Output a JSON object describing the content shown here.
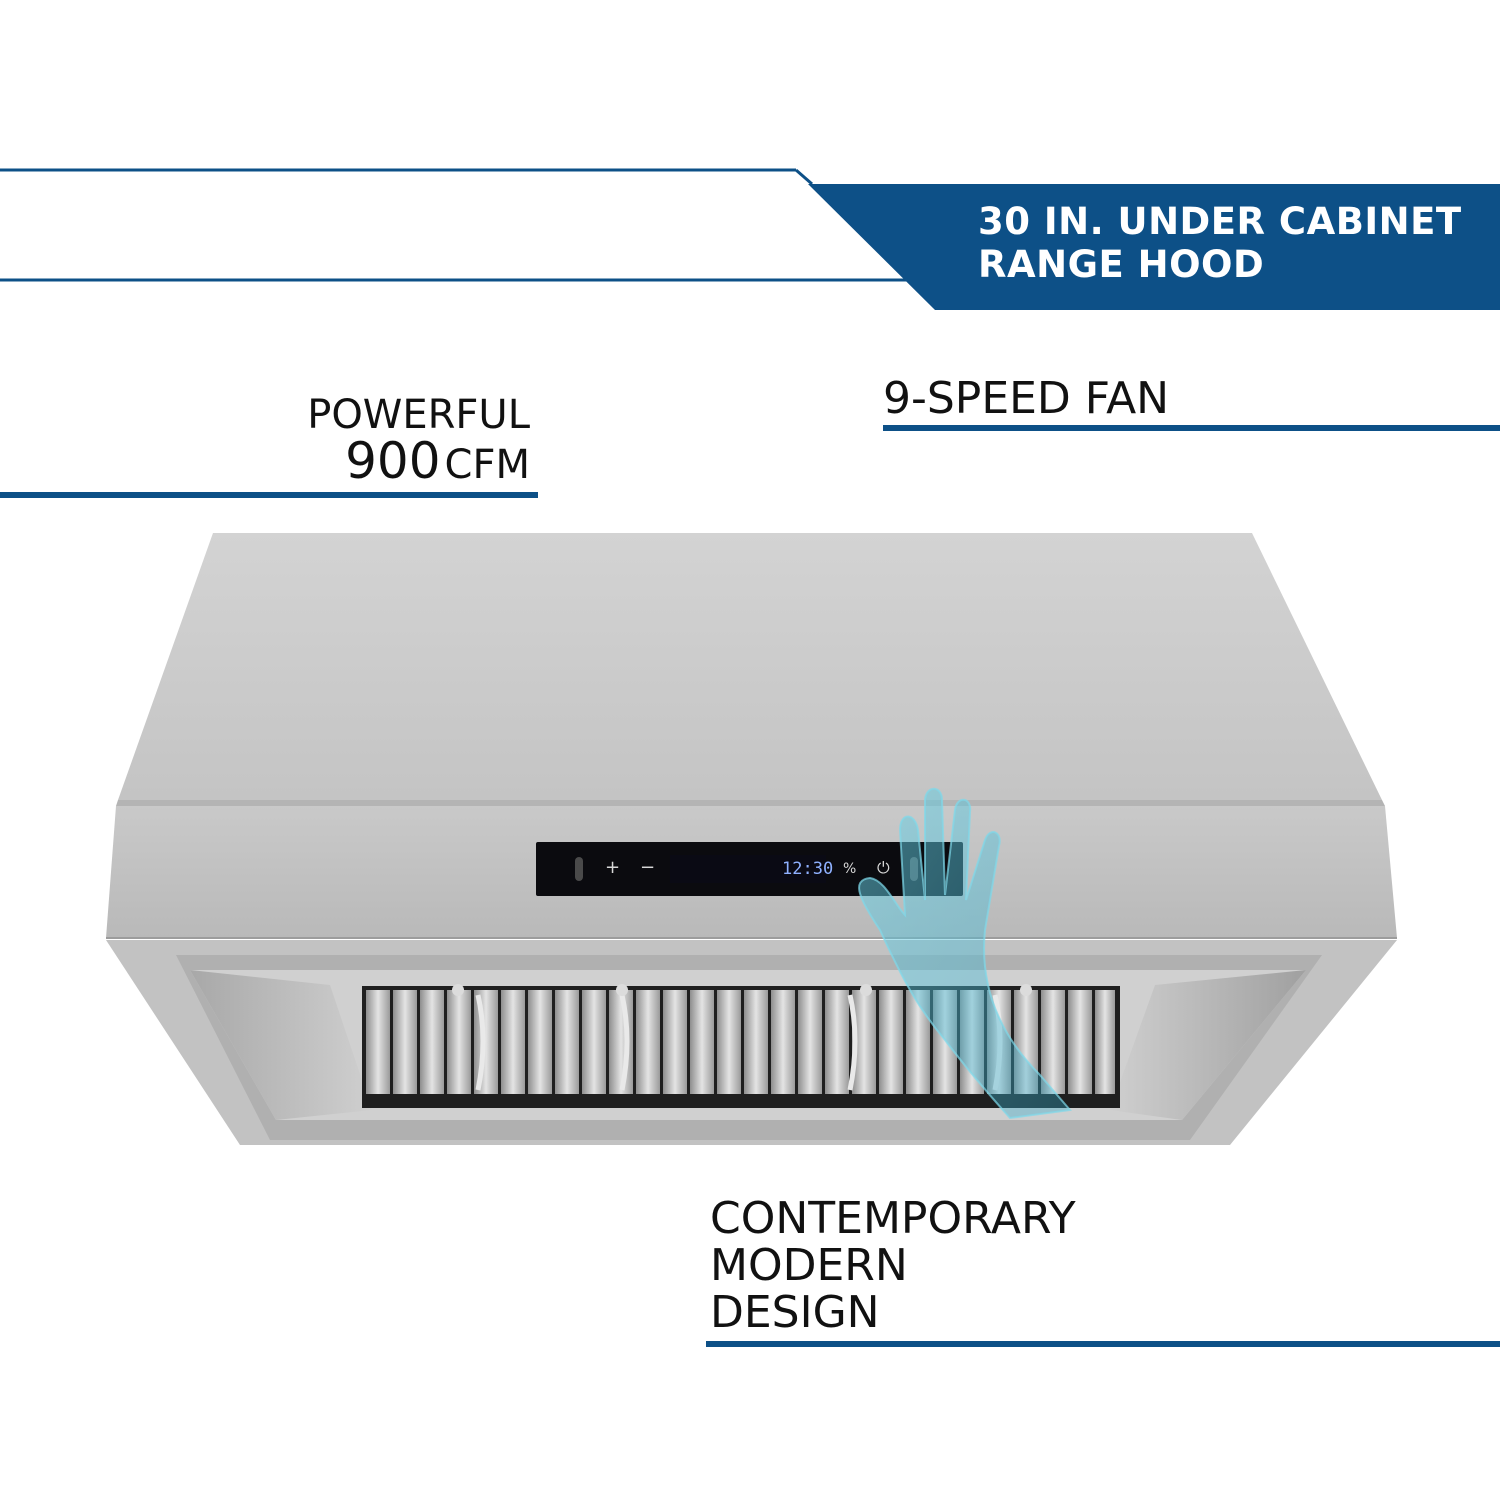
{
  "banner": {
    "line1": "30 IN. UNDER CABINET",
    "line2": "RANGE HOOD",
    "color": "#0d5087"
  },
  "features": {
    "cfm": {
      "lead": "POWERFUL",
      "number": "900",
      "unit": "CFM"
    },
    "fan": {
      "label": "9-SPEED FAN"
    },
    "design": {
      "line1": "CONTEMPORARY",
      "line2": "MODERN",
      "line3": "DESIGN"
    }
  },
  "control_panel": {
    "plus_symbol": "+",
    "minus_symbol": "−",
    "time_readout": "12:30",
    "percent_symbol": "%",
    "power_symbol": "⏻"
  },
  "colors": {
    "accent": "#0d5087",
    "steel_light": "#d6d6d6",
    "steel_dark": "#a9a9a9",
    "panel": "#0b0b0f"
  },
  "icons": [
    "power-icon",
    "hand-gesture-icon"
  ]
}
